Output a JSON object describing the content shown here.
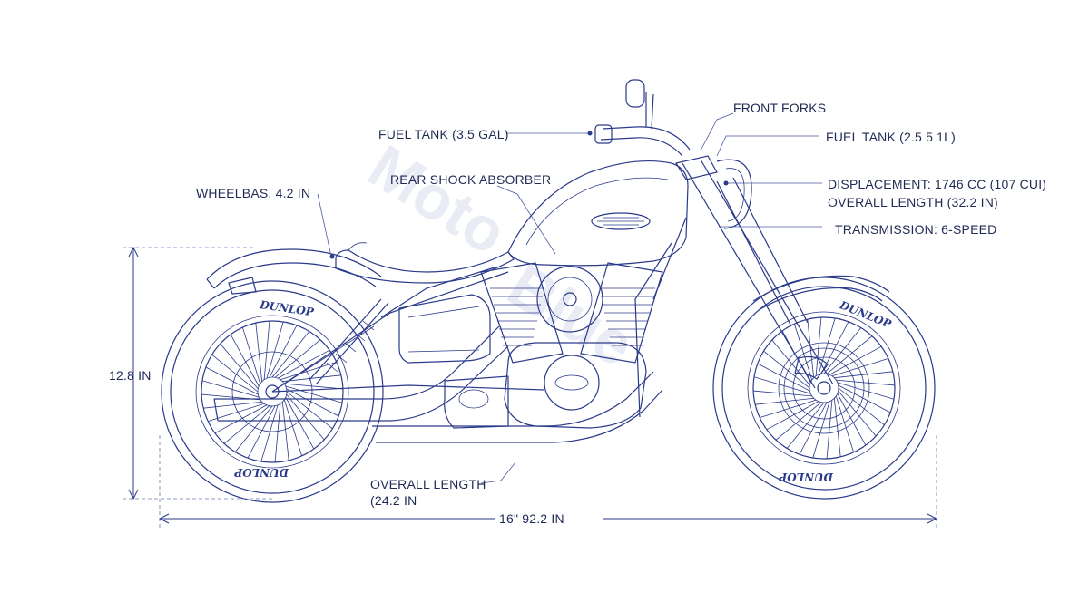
{
  "labels": {
    "front_forks": "FRONT FORKS",
    "fuel_tank_left": "FUEL TANK (3.5 GAL)",
    "fuel_tank_right": "FUEL TANK (2.5 5 1L)",
    "rear_shock": "REAR SHOCK ABSORBER",
    "wheelbase": "WHEELBAS. 4.2 IN",
    "displacement": "DISPLACEMENT: 1746 CC (107 CUI)",
    "overall_length_right": "OVERALL LENGTH (32.2 IN)",
    "transmission": "TRANSMISSION: 6-SPEED",
    "overall_length_bottom_1": "OVERALL LENGTH",
    "overall_length_bottom_2": "(24.2 IN",
    "height_dim": "12.8 IN",
    "length_dim": "16\" 92.2 IN"
  },
  "tire_brand": "DUNLOP",
  "colors": {
    "ink": "#2a3a8a",
    "background": "#ffffff"
  }
}
